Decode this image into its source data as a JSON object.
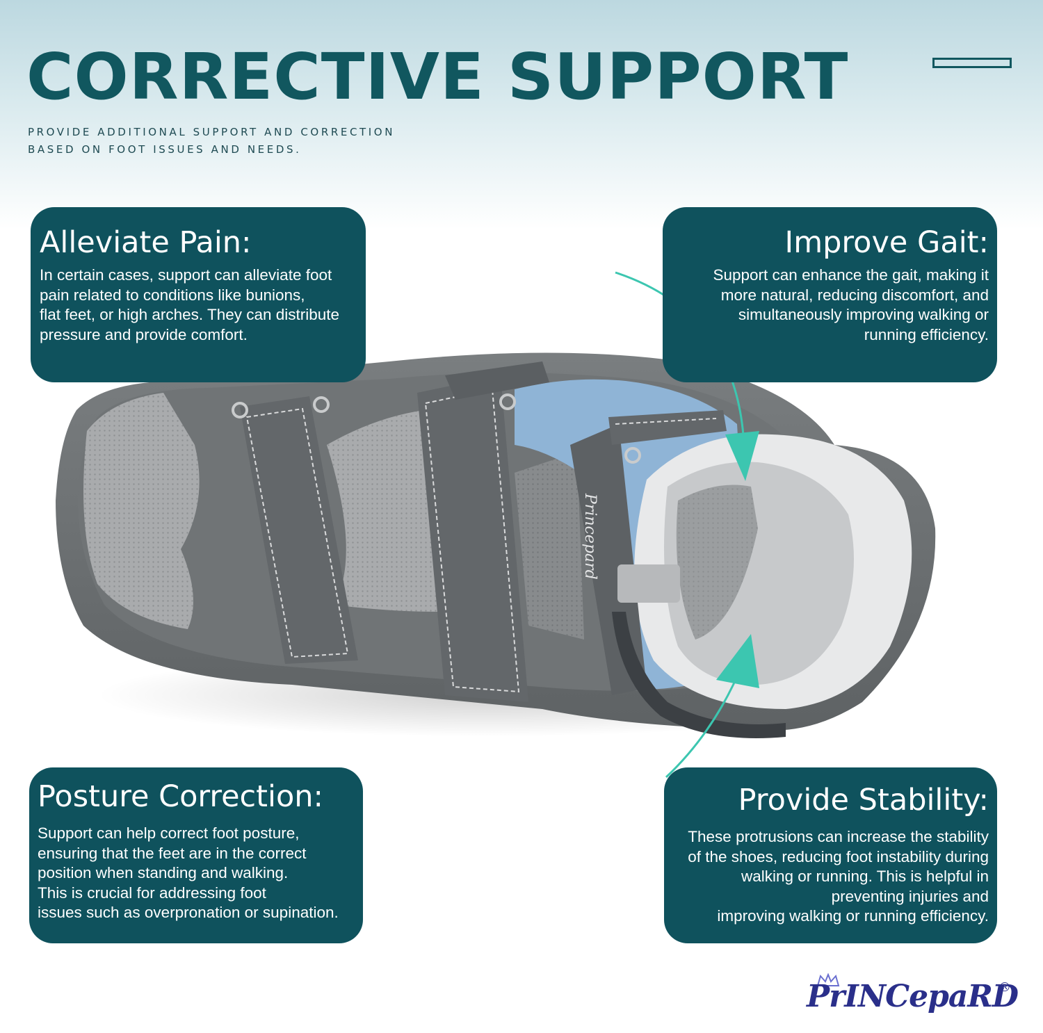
{
  "header": {
    "title": "CORRECTIVE SUPPORT",
    "subtitle_line1": "PROVIDE ADDITIONAL SUPPORT AND CORRECTION",
    "subtitle_line2": "BASED ON FOOT ISSUES AND NEEDS."
  },
  "cards": {
    "alleviate_pain": {
      "title": "Alleviate Pain:",
      "body": "In certain cases, support can alleviate foot\npain related to conditions like bunions,\nflat feet, or high arches. They can distribute\npressure and provide comfort."
    },
    "improve_gait": {
      "title": "Improve Gait:",
      "body": "Support can enhance the gait, making it\nmore natural, reducing discomfort, and\nsimultaneously improving walking or\nrunning efficiency."
    },
    "posture_correction": {
      "title": "Posture Correction:",
      "body": "Support can help correct foot posture,\nensuring that the feet are in the correct\nposition when standing and walking.\nThis is crucial for addressing foot\nissues such as overpronation or supination."
    },
    "provide_stability": {
      "title": "Provide Stability:",
      "body": "These protrusions can increase the stability\nof the shoes, reducing foot instability during\nwalking or running. This is helpful in\npreventing injuries and\nimproving walking or running efficiency."
    }
  },
  "brand": {
    "logo_text": "PrINCepaRD",
    "registered": "®"
  },
  "colors": {
    "teal_dark": "#0f525d",
    "headline": "#11575f",
    "arrow": "#3cc6b0",
    "shoe_grey": "#6f7476",
    "shoe_blue": "#8fb4d6"
  },
  "icons": {
    "arrow_top": "curved-arrow-icon",
    "arrow_bottom": "curved-arrow-icon",
    "logo_crown": "crown-icon"
  }
}
